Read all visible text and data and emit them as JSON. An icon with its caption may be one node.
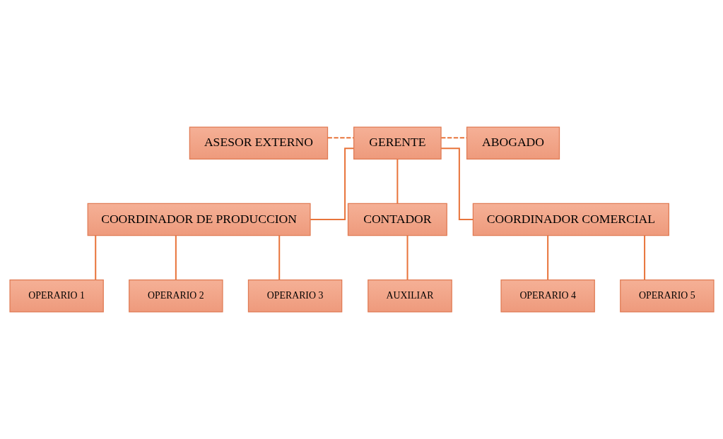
{
  "diagram": {
    "nodes": [
      {
        "text": [
          "ASESOR EXTERNO"
        ]
      },
      {
        "text": [
          "GERENTE"
        ]
      },
      {
        "text": [
          "ABOGADO"
        ]
      },
      {
        "text": [
          "COORDINADOR DE PRODUCCION"
        ]
      },
      {
        "text": [
          "CONTADOR"
        ]
      },
      {
        "text": [
          "COORDINADOR COMERCIAL"
        ]
      },
      {
        "text": [
          "OPERARIO 1"
        ]
      },
      {
        "text": [
          "OPERARIO 2"
        ]
      },
      {
        "text": [
          "OPERARIO 3"
        ]
      },
      {
        "text": [
          "AUXILIAR"
        ]
      },
      {
        "text": [
          "OPERARIO 4"
        ]
      },
      {
        "text": [
          "OPERARIO 5"
        ]
      }
    ],
    "edges": [
      {
        "from": 0,
        "to": 1,
        "arrow": "none",
        "style": "dashed"
      },
      {
        "from": 1,
        "to": 2,
        "arrow": "none",
        "style": "dashed"
      },
      {
        "from": 1,
        "to": 3,
        "arrow": "none"
      },
      {
        "from": 1,
        "to": 4,
        "arrow": "none"
      },
      {
        "from": 1,
        "to": 5,
        "arrow": "none"
      },
      {
        "from": 3,
        "to": 6,
        "arrow": "none"
      },
      {
        "from": 3,
        "to": 7,
        "arrow": "none"
      },
      {
        "from": 3,
        "to": 8,
        "arrow": "none"
      },
      {
        "from": 4,
        "to": 9,
        "arrow": "none"
      },
      {
        "from": 5,
        "to": 10,
        "arrow": "none"
      },
      {
        "from": 5,
        "to": 11,
        "arrow": "none"
      }
    ]
  }
}
